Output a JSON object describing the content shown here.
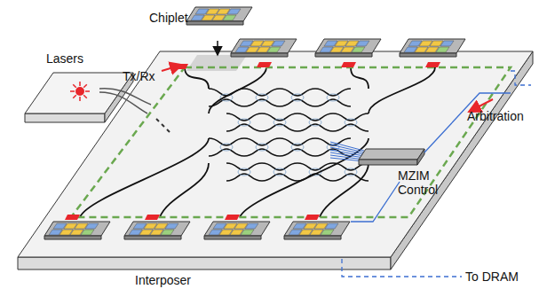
{
  "diagram": {
    "labels": [
      "Chiplet",
      "Lasers",
      "Tx/Rx",
      "Arbitration",
      "MZIM Control",
      "To DRAM",
      "Interposer"
    ]
  }
}
